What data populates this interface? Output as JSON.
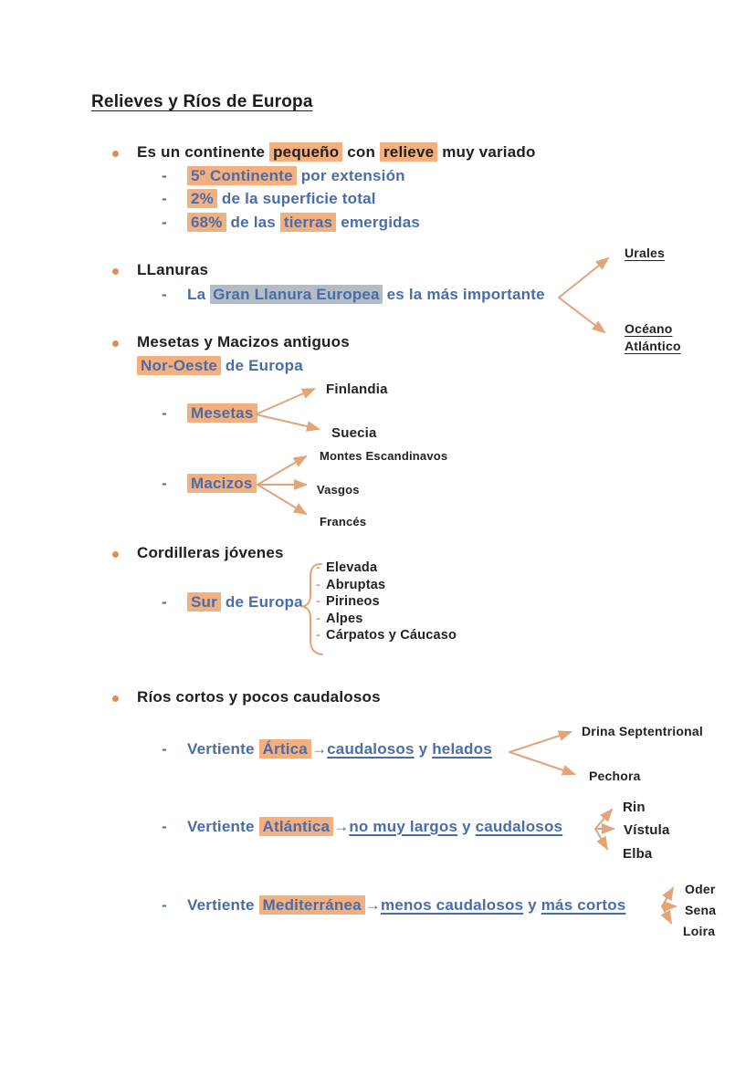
{
  "title": "Relieves y Ríos de Europa",
  "marks": {
    "dash": "-",
    "arrow": "→"
  },
  "colors": {
    "highlight_orange": "#f3b07e",
    "highlight_gray": "#b5bcc4",
    "text_blue": "#4a6da9",
    "bullet_dot": "#df8e58",
    "arrow_orange": "#e2a478",
    "text_black": "#202020"
  },
  "s1": {
    "head": {
      "t1": "Es un continente ",
      "h1": "pequeño",
      "t2": " con ",
      "h2": "relieve",
      "t3": " muy variado"
    },
    "sub1": {
      "h": "5º Continente",
      "t": " por extensión"
    },
    "sub2": {
      "h": "2%",
      "t": " de la superficie total"
    },
    "sub3": {
      "h1": "68%",
      "t1": " de las ",
      "h2": "tierras",
      "t2": " emergidas"
    }
  },
  "s2": {
    "head": "LLanuras",
    "sub": {
      "t1": "La ",
      "h": "Gran Llanura Europea",
      "t2": " es la más importante"
    },
    "targets": {
      "top": "Urales",
      "bottom": "Océano Atlántico"
    }
  },
  "s3": {
    "head": "Mesetas y Macizos antiguos",
    "subhead": {
      "h": "Nor-Oeste",
      "t": " de Europa"
    },
    "mesetas": {
      "label": "Mesetas",
      "children": [
        "Finlandia",
        "Suecia"
      ]
    },
    "macizos": {
      "label": "Macizos",
      "children": [
        "Montes Escandinavos",
        "Vasgos",
        "Francés"
      ]
    }
  },
  "s4": {
    "head": "Cordilleras jóvenes",
    "sub": {
      "h": "Sur",
      "t": " de Europa"
    },
    "items": [
      "Elevada",
      "Abruptas",
      "Pirineos",
      "Alpes",
      "Cárpatos y Cáucaso"
    ]
  },
  "s5": {
    "head": "Ríos cortos y pocos caudalosos",
    "artica": {
      "t1": "Vertiente ",
      "h": "Ártica",
      "u1": "caudalosos",
      "t2": " y ",
      "u2": "helados",
      "children": [
        "Drina Septentrional",
        "Pechora"
      ]
    },
    "atlantica": {
      "t1": "Vertiente ",
      "h": "Atlántica",
      "u1": "no muy largos",
      "t2": " y ",
      "u2": "caudalosos",
      "children": [
        "Rin",
        "Vístula",
        "Elba"
      ]
    },
    "mediterranea": {
      "t1": "Vertiente ",
      "h": "Mediterránea",
      "u1": "menos caudalosos",
      "t2": " y ",
      "u2": "más cortos",
      "children": [
        "Oder",
        "Sena",
        "Loira"
      ]
    }
  }
}
